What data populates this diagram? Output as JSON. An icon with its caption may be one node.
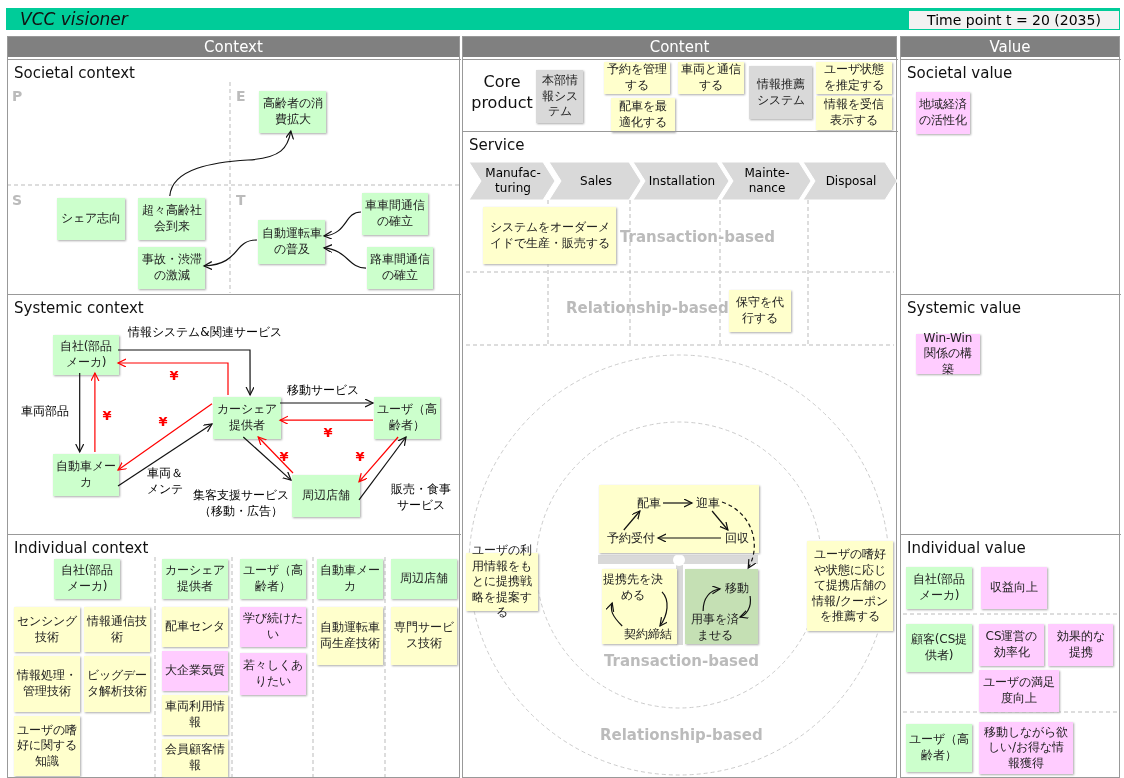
{
  "diagram": {
    "title": "VCC visioner",
    "nodes": [
      {
        "text": [
          "Context"
        ]
      },
      {
        "text": [
          "Societal context"
        ],
        "in": 0
      },
      {
        "text": [
          "高齢者の消費拡大"
        ],
        "in": 1
      },
      {
        "text": [
          "シェア志向"
        ],
        "in": 1
      },
      {
        "text": [
          "超々高齢社会到来"
        ],
        "in": 1
      },
      {
        "text": [
          "車車間通信の確立"
        ],
        "in": 1
      },
      {
        "text": [
          "自動運転車の普及"
        ],
        "in": 1
      },
      {
        "text": [
          "事故・渋滞の激減"
        ],
        "in": 1
      },
      {
        "text": [
          "路車間通信の確立"
        ],
        "in": 1
      },
      {
        "text": [
          "Systemic context"
        ],
        "in": 0
      },
      {
        "text": [
          "自社(部品メーカ)"
        ],
        "in": 9
      },
      {
        "text": [
          "カーシェア提供者"
        ],
        "in": 9
      },
      {
        "text": [
          "ユーザ（高齢者）"
        ],
        "in": 9
      },
      {
        "text": [
          "自動車メーカ"
        ],
        "in": 9
      },
      {
        "text": [
          "周辺店舗"
        ],
        "in": 9
      },
      {
        "text": [
          "Individual context"
        ],
        "in": 0
      },
      {
        "text": [
          "自社(部品メーカ)"
        ],
        "in": 15
      },
      {
        "text": [
          "センシング技術"
        ],
        "in": 15
      },
      {
        "text": [
          "情報通信技術"
        ],
        "in": 15
      },
      {
        "text": [
          "情報処理・管理技術"
        ],
        "in": 15
      },
      {
        "text": [
          "ビッグデータ解析技術"
        ],
        "in": 15
      },
      {
        "text": [
          "ユーザの嗜好に関する知識"
        ],
        "in": 15
      },
      {
        "text": [
          "カーシェア提供者"
        ],
        "in": 15
      },
      {
        "text": [
          "配車センタ"
        ],
        "in": 15
      },
      {
        "text": [
          "大企業気質"
        ],
        "in": 15
      },
      {
        "text": [
          "車両利用情報"
        ],
        "in": 15
      },
      {
        "text": [
          "会員顧客情報"
        ],
        "in": 15
      },
      {
        "text": [
          "ユーザ（高齢者）"
        ],
        "in": 15
      },
      {
        "text": [
          "学び続けたい"
        ],
        "in": 15
      },
      {
        "text": [
          "若々しくありたい"
        ],
        "in": 15
      },
      {
        "text": [
          "自動車メーカ"
        ],
        "in": 15
      },
      {
        "text": [
          "自動運転車両生産技術"
        ],
        "in": 15
      },
      {
        "text": [
          "周辺店舗"
        ],
        "in": 15
      },
      {
        "text": [
          "専門サービス技術"
        ],
        "in": 15
      },
      {
        "text": [
          "Content"
        ]
      },
      {
        "text": [
          "Core product"
        ],
        "in": 34
      },
      {
        "text": [
          "本部情報システム"
        ],
        "in": 35
      },
      {
        "text": [
          "予約を管理する"
        ],
        "in": 35
      },
      {
        "text": [
          "配車を最適化する"
        ],
        "in": 35
      },
      {
        "text": [
          "車両と通信する"
        ],
        "in": 35
      },
      {
        "text": [
          "情報推薦システム"
        ],
        "in": 35
      },
      {
        "text": [
          "ユーザ状態を推定する"
        ],
        "in": 35
      },
      {
        "text": [
          "情報を受信表示する"
        ],
        "in": 35
      },
      {
        "text": [
          "Service"
        ],
        "in": 34
      },
      {
        "text": [
          "Manufac- turing"
        ],
        "in": 43
      },
      {
        "text": [
          "Sales"
        ],
        "in": 43
      },
      {
        "text": [
          "Installation"
        ],
        "in": 43
      },
      {
        "text": [
          "Mainte- nance"
        ],
        "in": 43
      },
      {
        "text": [
          "Disposal"
        ],
        "in": 43
      },
      {
        "text": [
          "システムをオーダーメイドで生産・販売する"
        ],
        "in": 43
      },
      {
        "text": [
          "保守を代行する"
        ],
        "in": 43
      },
      {
        "text": [],
        "shape": "box",
        "in": 34
      },
      {
        "text": [
          "配車"
        ],
        "in": 51
      },
      {
        "text": [
          "迎車"
        ],
        "in": 51
      },
      {
        "text": [
          "予約受付"
        ],
        "in": 51
      },
      {
        "text": [
          "回収"
        ],
        "in": 51
      },
      {
        "text": [],
        "shape": "box",
        "in": 34
      },
      {
        "text": [
          "提携先を決める"
        ],
        "in": 56
      },
      {
        "text": [
          "契約締結"
        ],
        "in": 56
      },
      {
        "text": [],
        "shape": "box",
        "in": 34
      },
      {
        "text": [
          "移動"
        ],
        "in": 59
      },
      {
        "text": [
          "用事を済ませる"
        ],
        "in": 59
      },
      {
        "text": [
          "ユーザの利用情報をもとに提携戦略を提案する"
        ],
        "in": 34
      },
      {
        "text": [
          "ユーザの嗜好や状態に応じて提携店舗の情報/クーポンを推薦する"
        ],
        "in": 34
      },
      {
        "text": [
          "Value"
        ]
      },
      {
        "text": [
          "Societal value"
        ],
        "in": 64
      },
      {
        "text": [
          "地域経済の活性化"
        ],
        "in": 65
      },
      {
        "text": [
          "Systemic value"
        ],
        "in": 64
      },
      {
        "text": [
          "Win-Win関係の構築"
        ],
        "in": 67
      },
      {
        "text": [
          "Individual value"
        ],
        "in": 64
      },
      {
        "text": [
          "自社(部品メーカ)"
        ],
        "in": 69
      },
      {
        "text": [
          "収益向上"
        ],
        "in": 69
      },
      {
        "text": [
          "顧客(CS提供者)"
        ],
        "in": 69
      },
      {
        "text": [
          "CS運営の効率化"
        ],
        "in": 69
      },
      {
        "text": [
          "効果的な提携"
        ],
        "in": 69
      },
      {
        "text": [
          "ユーザの満足度向上"
        ],
        "in": 69
      },
      {
        "text": [
          "ユーザ（高齢者）"
        ],
        "in": 69
      },
      {
        "text": [
          "移動しながら欲しい/お得な情報獲得"
        ],
        "in": 69
      }
    ],
    "edges": [
      {
        "from": 4,
        "to": 2,
        "arrow": "to"
      },
      {
        "from": 5,
        "to": 6,
        "arrow": "to"
      },
      {
        "from": 8,
        "to": 6,
        "arrow": "to"
      },
      {
        "from": 6,
        "to": 7,
        "arrow": "to"
      },
      {
        "from": 10,
        "to": 11,
        "arrow": "to",
        "label": "情報システム&関連サービス"
      },
      {
        "from": 11,
        "to": 10,
        "arrow": "to",
        "label": "¥",
        "color": "#ff0000"
      },
      {
        "from": 10,
        "to": 13,
        "arrow": "to",
        "label": "車両部品"
      },
      {
        "from": 13,
        "to": 10,
        "arrow": "to",
        "label": "¥",
        "color": "#ff0000"
      },
      {
        "from": 11,
        "to": 13,
        "arrow": "to",
        "label": "¥",
        "color": "#ff0000"
      },
      {
        "from": 13,
        "to": 11,
        "arrow": "to",
        "label": "車両＆メンテ"
      },
      {
        "from": 11,
        "to": 12,
        "arrow": "to",
        "label": "移動サービス"
      },
      {
        "from": 12,
        "to": 11,
        "arrow": "to",
        "label": "¥",
        "color": "#ff0000"
      },
      {
        "from": 11,
        "to": 14,
        "arrow": "to",
        "label": "集客支援サービス（移動・広告）"
      },
      {
        "from": 14,
        "to": 11,
        "arrow": "to",
        "label": "¥",
        "color": "#ff0000"
      },
      {
        "from": 12,
        "to": 14,
        "arrow": "to",
        "label": "¥",
        "color": "#ff0000"
      },
      {
        "from": 14,
        "to": 12,
        "arrow": "to",
        "label": "販売・食事サービス"
      },
      {
        "from": 54,
        "to": 52,
        "arrow": "to"
      },
      {
        "from": 52,
        "to": 53,
        "arrow": "to"
      },
      {
        "from": 53,
        "to": 55,
        "arrow": "to"
      },
      {
        "from": 55,
        "to": 54,
        "arrow": "to"
      },
      {
        "from": 53,
        "to": 59,
        "arrow": "to",
        "style": "dashed"
      },
      {
        "from": 57,
        "to": 58,
        "arrow": "to"
      },
      {
        "from": 58,
        "to": 57,
        "arrow": "to"
      },
      {
        "from": 61,
        "to": 60,
        "arrow": "to"
      },
      {
        "from": 60,
        "to": 61,
        "arrow": "to"
      }
    ],
    "labels": [
      "Time point t = 20 (2035)",
      "P",
      "E",
      "S",
      "T",
      "Transaction-based",
      "Relationship-based",
      "Transaction-based",
      "Relationship-based"
    ]
  }
}
